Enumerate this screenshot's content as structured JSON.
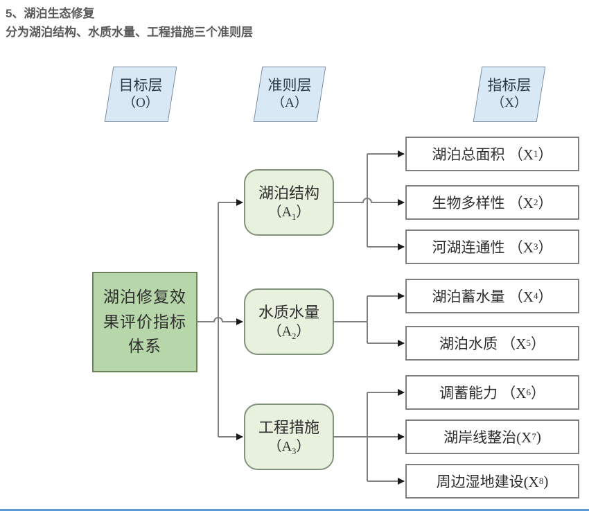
{
  "page": {
    "title": "5、湖泊生态修复",
    "subtitle": "分为湖泊结构、水质水量、工程措施三个准则层"
  },
  "headers": [
    {
      "line1": "目标层",
      "line2": "（O）"
    },
    {
      "line1": "准则层",
      "line2": "（A）"
    },
    {
      "line1": "指标层",
      "line2": "（X）"
    }
  ],
  "goal": {
    "lines": [
      "湖泊修复效",
      "果评价指标",
      "体系"
    ]
  },
  "criteria": [
    {
      "label": "湖泊结构",
      "pre": "（A",
      "sub": "1",
      "post": "）"
    },
    {
      "label": "水质水量",
      "pre": "（A",
      "sub": "2",
      "post": "）"
    },
    {
      "label": "工程措施",
      "pre": "（A",
      "sub": "3",
      "post": "）"
    }
  ],
  "indicators": [
    {
      "pre": "湖泊总面积 （X",
      "sub": "1",
      "post": "）"
    },
    {
      "pre": "生物多样性 （X",
      "sub": "2",
      "post": "）"
    },
    {
      "pre": "河湖连通性 （X",
      "sub": "3",
      "post": "）"
    },
    {
      "pre": "湖泊蓄水量 （X",
      "sub": "4",
      "post": "）"
    },
    {
      "pre": "湖泊水质 （X",
      "sub": "5",
      "post": "）"
    },
    {
      "pre": "调蓄能力 （X",
      "sub": "6",
      "post": "）"
    },
    {
      "pre": "湖岸线整治(X",
      "sub": "7",
      "post": ")"
    },
    {
      "pre": "周边湿地建设(X",
      "sub": "8",
      "post": ")"
    }
  ],
  "colors": {
    "title_text": "#595959",
    "header_fill": "#d9e8f5",
    "header_border": "#7b8fa5",
    "goal_fill": "#b7d7aa",
    "goal_border": "#6e8258",
    "criteria_fill": "#e8f1de",
    "indicator_fill": "#ffffff",
    "box_border": "#7f7f7f",
    "connector_line": "#808080",
    "arrowhead": "#1a1a1a",
    "bottom_rule": "#5b9bd5"
  }
}
